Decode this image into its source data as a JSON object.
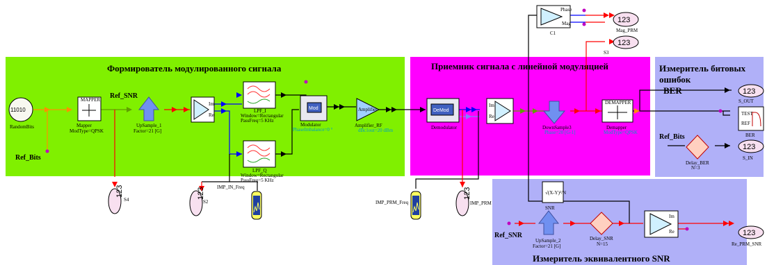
{
  "regions": {
    "modulator": "Формирователь модулированного сигнала",
    "receiver": "Приемник сигнала с линейной модуляцией",
    "ber": [
      "Измеритель битовых",
      "ошибок",
      "BER"
    ],
    "snr": "Измеритель эквивалентного SNR"
  },
  "ref_labels": {
    "ref_snr_top": "Ref_SNR",
    "ref_bits_left": "Ref_Bits",
    "ref_bits_ber": "Ref_Bits",
    "ref_snr_bottom": "Ref_SNR"
  },
  "blocks": {
    "random_bits": {
      "icon": "11010",
      "name": "RandomBits"
    },
    "mapper": {
      "name": "Mapper",
      "param": "ModType=QPSK"
    },
    "upsample_1": {
      "name": "UpSample_1",
      "param": "Factor=21 [G]"
    },
    "lpf_i": {
      "name": "LPF_I",
      "param1": "Window=Rectangular",
      "param2": "PassFreq=5 KHz"
    },
    "lpf_q": {
      "name": "LPF_Q",
      "param1": "Window=Rectangular",
      "param2": "PassFreq=5 KHz"
    },
    "modulator": {
      "name": "Modulator",
      "param": "PhaseImbalance=0 °",
      "icon": "Mod"
    },
    "amplifier": {
      "name": "Amplifier_RF",
      "param": "dBc1out=20 dBm"
    },
    "demodulator": {
      "name": "Demodulator",
      "icon": "DeMod"
    },
    "downsample": {
      "name": "DownSample3",
      "param": "Phase=20 [G-1]"
    },
    "demapper": {
      "name": "Demapper",
      "param": "ModType=QPSK"
    },
    "c1": {
      "name": "C1"
    },
    "mag_prm": {
      "name": "Mag_PRM",
      "value": "123"
    },
    "s3": {
      "name": "S3",
      "value": "123"
    },
    "s_out": {
      "name": "S_OUT",
      "value": "123"
    },
    "ber_meter": {
      "name": "BER"
    },
    "delay_ber": {
      "name": "Delay_BER",
      "param": "N=3"
    },
    "s_in": {
      "name": "S_IN",
      "value": "123"
    },
    "s4": {
      "name": "S4",
      "value": "123"
    },
    "s2": {
      "name": "S2",
      "value": "123"
    },
    "imp_in_freq": {
      "name": "IMP_IN_Freq"
    },
    "imp_prm_freq": {
      "name": "IMP_PRM_Freq"
    },
    "imp_prm": {
      "name": "IMP_PRM",
      "value": "123"
    },
    "snr": {
      "name": "SNR"
    },
    "upsample_2": {
      "name": "UpSample_2",
      "param": "Factor=21 [G]"
    },
    "delay_snr": {
      "name": "Delay_SNR",
      "param": "N=15"
    },
    "re_prm_snr": {
      "name": "Re_PRM_SNR",
      "value": "123"
    }
  },
  "colors": {
    "green_region": "#80f000",
    "magenta_region": "#ff00ff",
    "blue_region": "#b0b0f8",
    "wire_red": "#ff0000",
    "wire_black": "#000000",
    "wire_blue": "#0000ff",
    "wire_green": "#60a000"
  }
}
